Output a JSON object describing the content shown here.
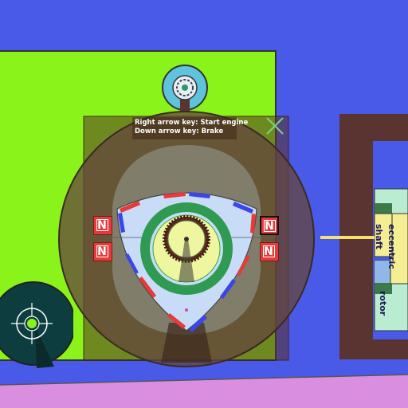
{
  "instructions": {
    "line1": "Right arrow key: Start engine",
    "line2": "Down arrow key: Brake"
  },
  "magnets": {
    "left_top": "N",
    "left_bottom": "N",
    "right_top": "N",
    "right_bottom": "N"
  },
  "labels": {
    "eccentric": "eccentric",
    "shaft": "shaft",
    "rotor": "rotor"
  },
  "colors": {
    "background": "#4a5ae8",
    "green_panel": "#8af31a",
    "floor": "#d98ee0",
    "brown_panel": "#5a3430",
    "housing": "#7a4a40",
    "rotor_fill": "#c8dcf8",
    "magnet_red": "#e73a3a",
    "magnet_blue": "#3b45e8",
    "gear_green": "#2e9a52",
    "gear_yellow": "#eef7a0",
    "shaft_line": "#f4e070"
  },
  "icons": {
    "close": "close-icon",
    "top_gauge": "gauge-icon",
    "bottom_wheel": "wheel-icon"
  }
}
